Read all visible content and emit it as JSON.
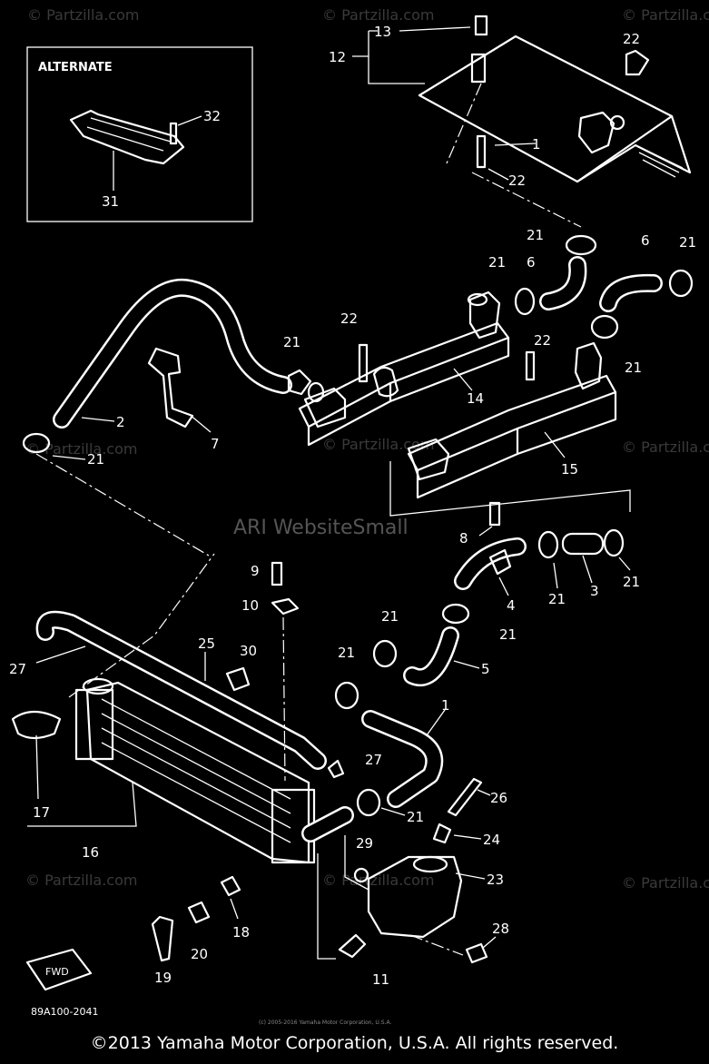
{
  "diagram": {
    "alternate_label": "ALTERNATE",
    "part_code": "89A100-2041",
    "fwd_label": "FWD",
    "center_watermark": "ARI WebsiteSmall",
    "watermark_text": "© Partzilla.com",
    "tiny_copyright": "(c) 2005-2016 Yamaha Motor Corporation, U.S.A.",
    "copyright": "©2013 Yamaha Motor Corporation, U.S.A. All rights reserved.",
    "callouts": {
      "c1a": "1",
      "c1b": "1",
      "c2": "2",
      "c3": "3",
      "c4": "4",
      "c5": "5",
      "c6a": "6",
      "c6b": "6",
      "c7": "7",
      "c8": "8",
      "c9": "9",
      "c10": "10",
      "c11": "11",
      "c12": "12",
      "c13": "13",
      "c14": "14",
      "c15": "15",
      "c16": "16",
      "c17": "17",
      "c18": "18",
      "c19": "19",
      "c20": "20",
      "c21a": "21",
      "c21b": "21",
      "c21c": "21",
      "c21d": "21",
      "c21e": "21",
      "c21f": "21",
      "c21g": "21",
      "c21h": "21",
      "c21i": "21",
      "c21j": "21",
      "c21k": "21",
      "c21l": "21",
      "c22a": "22",
      "c22b": "22",
      "c22c": "22",
      "c22d": "22",
      "c23": "23",
      "c24": "24",
      "c25": "25",
      "c26": "26",
      "c27a": "27",
      "c27b": "27",
      "c28": "28",
      "c29": "29",
      "c30": "30",
      "c31": "31",
      "c32": "32"
    }
  }
}
